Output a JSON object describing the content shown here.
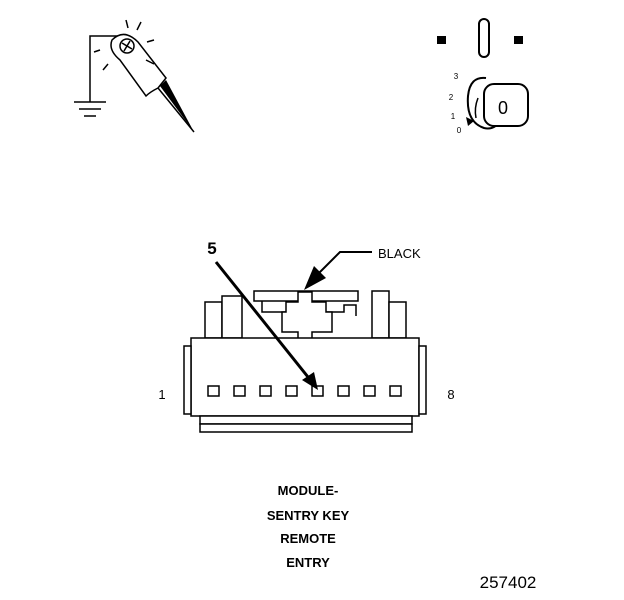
{
  "ignition": {
    "positions": [
      "3",
      "2",
      "1",
      "0"
    ],
    "key_label": "0"
  },
  "callouts": {
    "pin_callout": "5",
    "wire_color": "BLACK"
  },
  "connector": {
    "pin_first": "1",
    "pin_last": "8",
    "pin_count": 8,
    "highlighted_pin": 5
  },
  "caption": {
    "lines": [
      "MODULE-",
      "SENTRY KEY",
      "REMOTE",
      "ENTRY"
    ]
  },
  "figure_number": "257402"
}
